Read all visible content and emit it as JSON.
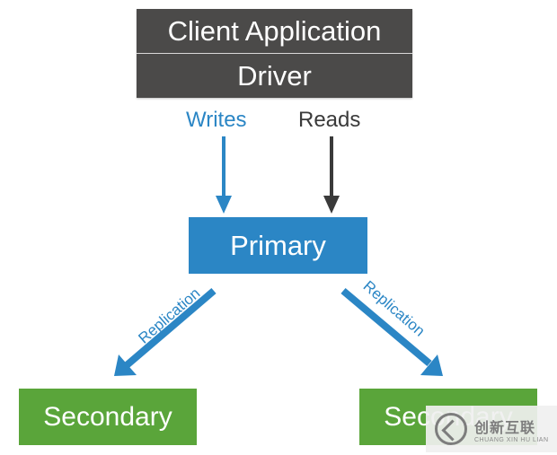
{
  "client": {
    "application_label": "Client Application",
    "driver_label": "Driver"
  },
  "operations": {
    "writes_label": "Writes",
    "reads_label": "Reads"
  },
  "primary": {
    "label": "Primary"
  },
  "replication": {
    "left_label": "Replication",
    "right_label": "Replication"
  },
  "secondaries": [
    {
      "label": "Secondary"
    },
    {
      "label": "Secondary"
    }
  ],
  "watermark": {
    "brand_cn": "创新互联",
    "brand_en": "CHUANG XIN HU LIAN"
  },
  "colors": {
    "client": "#4b4a49",
    "primary": "#2b86c5",
    "secondary": "#5aa53a",
    "reads": "#3a3a3a"
  }
}
